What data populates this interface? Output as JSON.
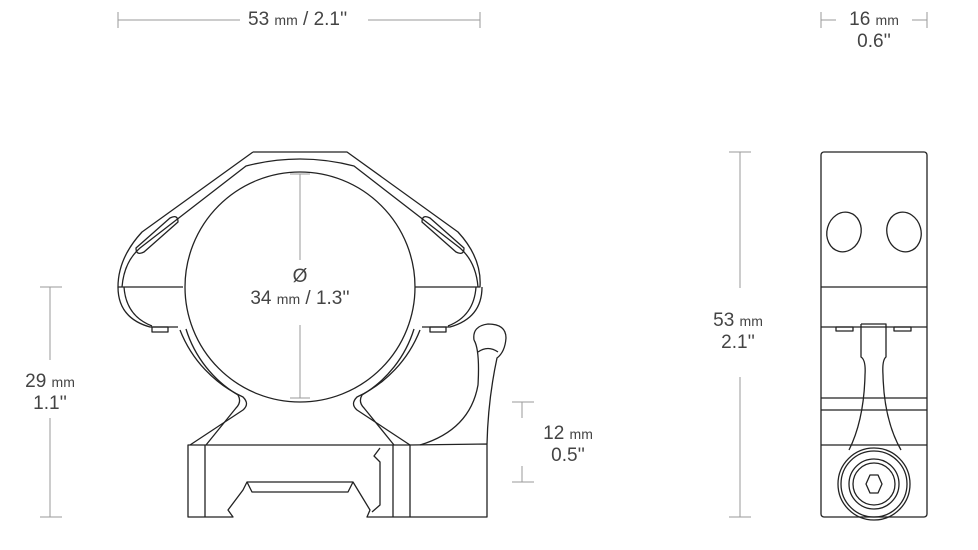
{
  "dimensions": {
    "width": {
      "metric": "53",
      "unit": "mm",
      "imperial": "/ 2.1''"
    },
    "depth": {
      "metric": "16",
      "unit": "mm",
      "imperial": "0.6''"
    },
    "tube_diameter": {
      "symbol": "Ø",
      "metric": "34",
      "unit": "mm",
      "imperial": "/ 1.3''"
    },
    "center_height": {
      "metric": "29",
      "unit": "mm",
      "imperial": "1.1''"
    },
    "base_height": {
      "metric": "12",
      "unit": "mm",
      "imperial": "0.5''"
    },
    "total_height": {
      "metric": "53",
      "unit": "mm",
      "imperial": "2.1''"
    }
  },
  "colors": {
    "outline": "#222222",
    "dimension_line": "#9a9a9a",
    "text": "#444444"
  }
}
